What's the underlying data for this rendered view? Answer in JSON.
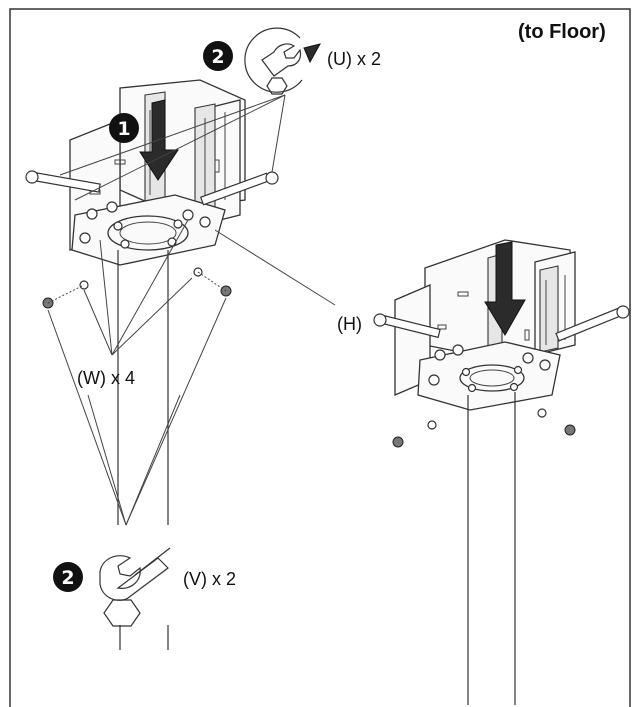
{
  "title": "(to Floor)",
  "labels": {
    "u": "(U) x 2",
    "v": "(V) x 2",
    "w": "(W) x 4",
    "h": "(H)"
  },
  "steps": {
    "one": "1",
    "two_top": "2",
    "two_bottom": "2"
  },
  "icons": [
    "wrench-rotate-icon",
    "wrench-icon",
    "nut-icon",
    "down-arrow-icon"
  ]
}
